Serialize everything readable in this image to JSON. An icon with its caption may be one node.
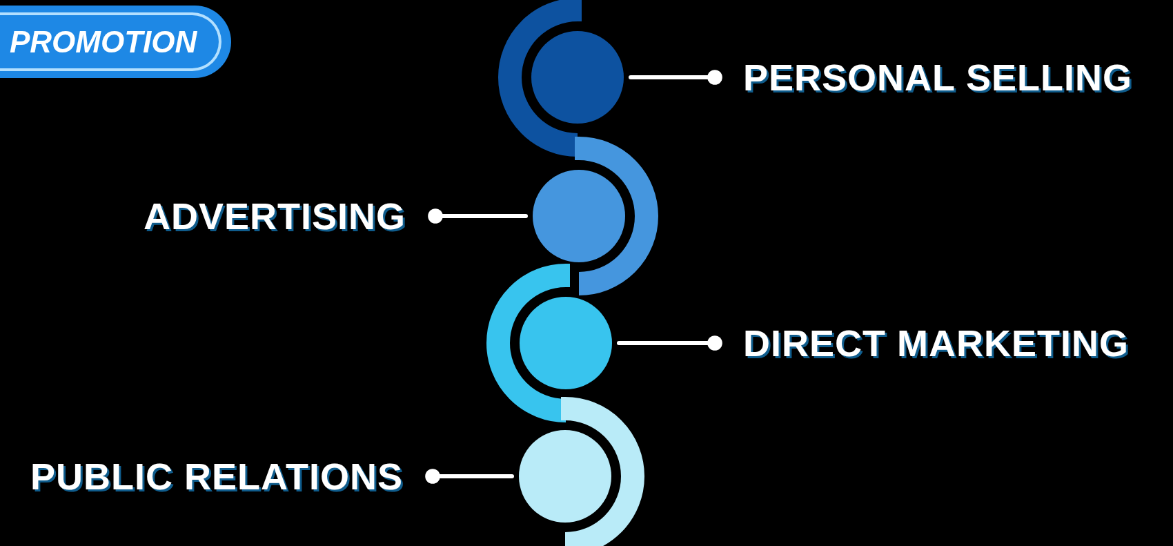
{
  "diagram": {
    "nodes": [
      {
        "text": [
          "PROMOTION"
        ]
      },
      {
        "text": [],
        "shape": "circle"
      },
      {
        "text": [],
        "shape": "circle"
      },
      {
        "text": [],
        "shape": "circle"
      },
      {
        "text": [],
        "shape": "circle"
      },
      {
        "text": [
          "PERSONAL SELLING"
        ]
      },
      {
        "text": [
          "ADVERTISING"
        ]
      },
      {
        "text": [
          "DIRECT MARKETING"
        ]
      },
      {
        "text": [
          "PUBLIC RELATIONS"
        ]
      }
    ],
    "edges": [
      {
        "from": 1,
        "to": 5,
        "arrow": "other"
      },
      {
        "from": 2,
        "to": 6,
        "arrow": "other"
      },
      {
        "from": 3,
        "to": 7,
        "arrow": "other"
      },
      {
        "from": 4,
        "to": 8,
        "arrow": "other"
      }
    ]
  }
}
